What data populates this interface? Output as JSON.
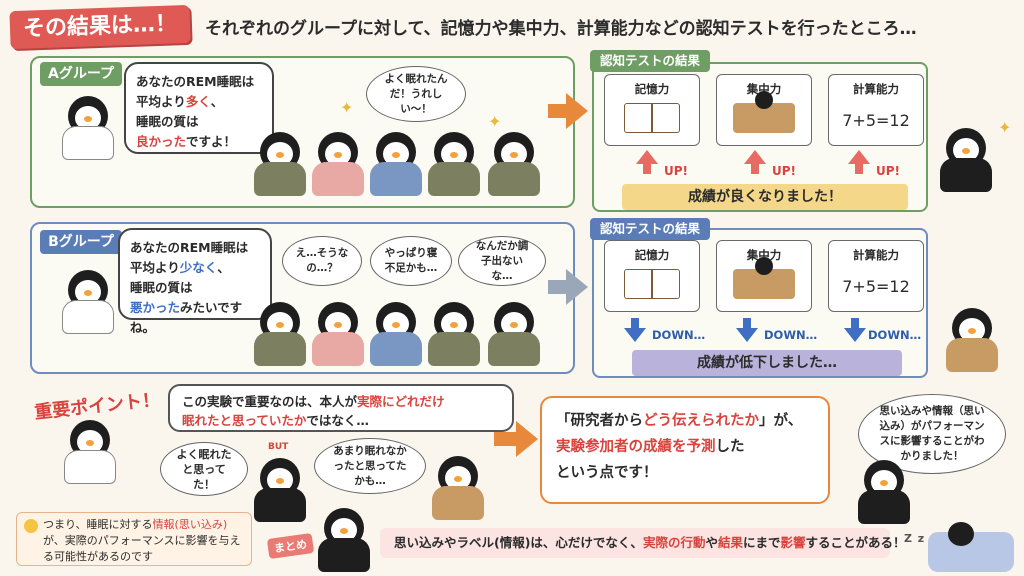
{
  "header": {
    "badge": "その結果は…！",
    "headline": "それぞれのグループに対して、記憶力や集中力、計算能力などの認知テストを行ったところ…"
  },
  "group_a": {
    "tag": "Aグループ",
    "speech_line1": "あなたのREM睡眠は",
    "speech_line2_pre": "平均より",
    "speech_line2_hl": "多く",
    "speech_line2_post": "、",
    "speech_line3": "睡眠の質は",
    "speech_line4_hl": "良かった",
    "speech_line4_post": "ですよ！",
    "thought": "よく眠れたんだ！うれしい〜！",
    "result_tag": "認知テストの結果",
    "tests": [
      {
        "label": "記憶力",
        "indicator": "UP!"
      },
      {
        "label": "集中力",
        "indicator": "UP!"
      },
      {
        "label": "計算能力",
        "value": "7+5=12",
        "indicator": "UP!"
      }
    ],
    "banner": "成績が良くなりました！"
  },
  "group_b": {
    "tag": "Bグループ",
    "speech_line1": "あなたのREM睡眠は",
    "speech_line2_pre": "平均より",
    "speech_line2_hl": "少なく",
    "speech_line2_post": "、",
    "speech_line3": "睡眠の質は",
    "speech_line4_hl": "悪かった",
    "speech_line4_post": "みたいですね。",
    "thoughts": [
      "え…そうなの…？",
      "やっぱり寝不足かも…",
      "なんだか調子出ないな…"
    ],
    "result_tag": "認知テストの結果",
    "tests": [
      {
        "label": "記憶力",
        "indicator": "DOWN…"
      },
      {
        "label": "集中力",
        "indicator": "DOWN…"
      },
      {
        "label": "計算能力",
        "value": "7+5=12",
        "indicator": "DOWN…"
      }
    ],
    "banner": "成績が低下しました…"
  },
  "key_point": {
    "title": "重要ポイント！",
    "speech_pre": "この実験で重要なのは、本人が",
    "speech_hl1": "実際にどれだけ",
    "speech_hl2": "眠れたと思っていたか",
    "speech_post": "ではなく…",
    "thought_left": "よく眠れたと思ってた！",
    "but_label": "BUT",
    "thought_right": "あまり眠れなかったと思ってたかも…",
    "conclusion_l1_pre": "「研究者から",
    "conclusion_l1_hl": "どう伝えられたか",
    "conclusion_l1_post": "」が、",
    "conclusion_l2_hl": "実験参加者の成績を予測",
    "conclusion_l2_post": "した",
    "conclusion_l3": "という点です！",
    "bubble_right": "思い込みや情報（思い込み）がパフォーマンスに影響することがわかりました！"
  },
  "note": {
    "pre": "つまり、睡眠に対する",
    "hl": "情報(思い込み)",
    "post": "が、実際のパフォーマンスに影響を与える可能性があるのです"
  },
  "summary": {
    "tag": "まとめ",
    "pre": "思い込みやラベル(情報)は、心だけでなく、",
    "hl1": "実際の行動",
    "mid": "や",
    "hl2": "結果",
    "mid2": "にまで",
    "hl3": "影響",
    "post": "することがある！",
    "zzz": "Z z z…"
  }
}
